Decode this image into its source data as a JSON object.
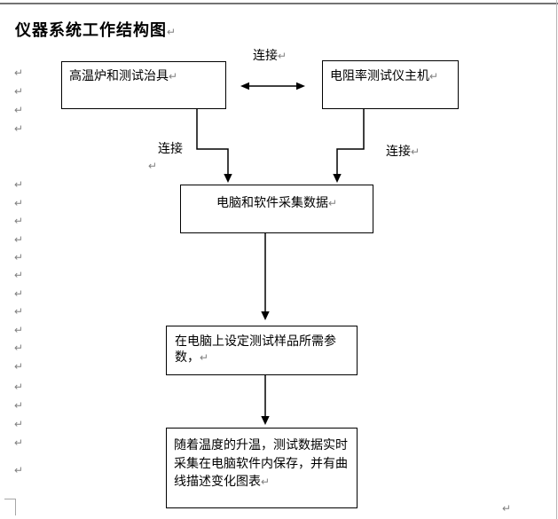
{
  "document": {
    "title": "仪器系统工作结构图"
  },
  "marks": {
    "pilcrow": "↵"
  },
  "flowchart": {
    "box_furnace": "高温炉和测试治具",
    "box_tester": "电阻率测试仪主机",
    "box_acquire": "电脑和软件采集数据",
    "box_params": {
      "line1": "在电脑上设定测试样品所需参",
      "line2": "数，"
    },
    "box_realtime": {
      "line1": "随着温度的升温，测试数据实时",
      "line2": "采集在电脑软件内保存，并有曲",
      "line3": "线描述变化图表"
    },
    "label_connect_top": "连接",
    "label_connect_left": "连接",
    "label_connect_right": "连接"
  },
  "colors": {
    "background": "#ffffff",
    "text": "#000000",
    "shape_line": "#000000",
    "pilcrow": "#808080",
    "boundary_top": "#737373",
    "boundary_right": "#b3b3b3"
  }
}
